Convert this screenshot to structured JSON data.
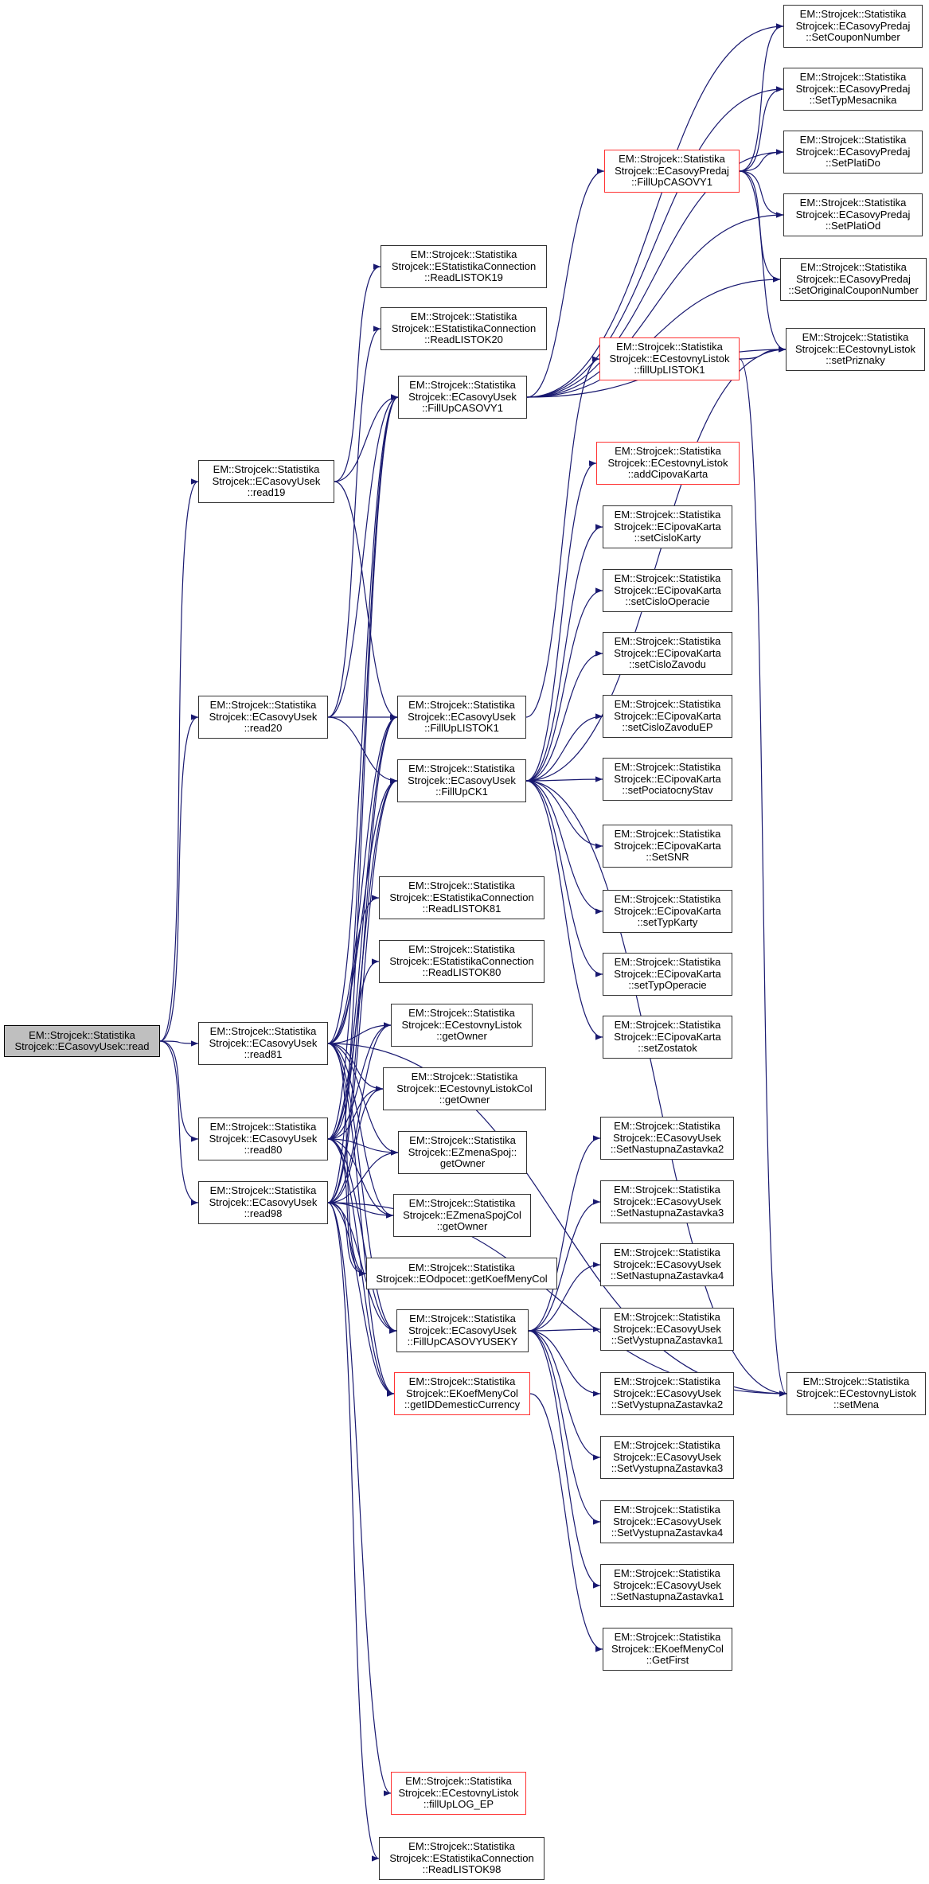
{
  "diagram": {
    "type": "call-graph",
    "edge_color": "#191970",
    "root_fill": "#bfbfbf",
    "highlight_border": "#ff3333",
    "nodes": [
      {
        "id": "read",
        "lines": [
          "EM::Strojcek::Statistika",
          "Strojcek::ECasovyUsek::read"
        ],
        "style": "root"
      },
      {
        "id": "read19",
        "lines": [
          "EM::Strojcek::Statistika",
          "Strojcek::ECasovyUsek",
          "::read19"
        ],
        "style": "normal"
      },
      {
        "id": "read20",
        "lines": [
          "EM::Strojcek::Statistika",
          "Strojcek::ECasovyUsek",
          "::read20"
        ],
        "style": "normal"
      },
      {
        "id": "read81",
        "lines": [
          "EM::Strojcek::Statistika",
          "Strojcek::ECasovyUsek",
          "::read81"
        ],
        "style": "normal"
      },
      {
        "id": "read80",
        "lines": [
          "EM::Strojcek::Statistika",
          "Strojcek::ECasovyUsek",
          "::read80"
        ],
        "style": "normal"
      },
      {
        "id": "read98",
        "lines": [
          "EM::Strojcek::Statistika",
          "Strojcek::ECasovyUsek",
          "::read98"
        ],
        "style": "normal"
      },
      {
        "id": "ReadLISTOK19",
        "lines": [
          "EM::Strojcek::Statistika",
          "Strojcek::EStatistikaConnection",
          "::ReadLISTOK19"
        ],
        "style": "normal"
      },
      {
        "id": "ReadLISTOK20",
        "lines": [
          "EM::Strojcek::Statistika",
          "Strojcek::EStatistikaConnection",
          "::ReadLISTOK20"
        ],
        "style": "normal"
      },
      {
        "id": "FillUpCASOVY1U",
        "lines": [
          "EM::Strojcek::Statistika",
          "Strojcek::ECasovyUsek",
          "::FillUpCASOVY1"
        ],
        "style": "normal"
      },
      {
        "id": "FillUpLISTOK1",
        "lines": [
          "EM::Strojcek::Statistika",
          "Strojcek::ECasovyUsek",
          "::FillUpLISTOK1"
        ],
        "style": "normal"
      },
      {
        "id": "FillUpCK1",
        "lines": [
          "EM::Strojcek::Statistika",
          "Strojcek::ECasovyUsek",
          "::FillUpCK1"
        ],
        "style": "normal"
      },
      {
        "id": "ReadLISTOK81",
        "lines": [
          "EM::Strojcek::Statistika",
          "Strojcek::EStatistikaConnection",
          "::ReadLISTOK81"
        ],
        "style": "normal"
      },
      {
        "id": "ReadLISTOK80",
        "lines": [
          "EM::Strojcek::Statistika",
          "Strojcek::EStatistikaConnection",
          "::ReadLISTOK80"
        ],
        "style": "normal"
      },
      {
        "id": "ECLgetOwner",
        "lines": [
          "EM::Strojcek::Statistika",
          "Strojcek::ECestovnyListok",
          "::getOwner"
        ],
        "style": "normal"
      },
      {
        "id": "ECLColgetOwner",
        "lines": [
          "EM::Strojcek::Statistika",
          "Strojcek::ECestovnyListokCol",
          "::getOwner"
        ],
        "style": "normal"
      },
      {
        "id": "EZSgetOwner",
        "lines": [
          "EM::Strojcek::Statistika",
          "Strojcek::EZmenaSpoj::",
          "getOwner"
        ],
        "style": "normal"
      },
      {
        "id": "EZSColgetOwner",
        "lines": [
          "EM::Strojcek::Statistika",
          "Strojcek::EZmenaSpojCol",
          "::getOwner"
        ],
        "style": "normal"
      },
      {
        "id": "getKoefMenyCol",
        "lines": [
          "EM::Strojcek::Statistika",
          "Strojcek::EOdpocet::getKoefMenyCol"
        ],
        "style": "normal"
      },
      {
        "id": "FillUpCASOVYUSEKY",
        "lines": [
          "EM::Strojcek::Statistika",
          "Strojcek::ECasovyUsek",
          "::FillUpCASOVYUSEKY"
        ],
        "style": "normal"
      },
      {
        "id": "getIDDemesticCurrency",
        "lines": [
          "EM::Strojcek::Statistika",
          "Strojcek::EKoefMenyCol",
          "::getIDDemesticCurrency"
        ],
        "style": "red"
      },
      {
        "id": "fillUpLOG_EP",
        "lines": [
          "EM::Strojcek::Statistika",
          "Strojcek::ECestovnyListok",
          "::fillUpLOG_EP"
        ],
        "style": "red"
      },
      {
        "id": "ReadLISTOK98",
        "lines": [
          "EM::Strojcek::Statistika",
          "Strojcek::EStatistikaConnection",
          "::ReadLISTOK98"
        ],
        "style": "normal"
      },
      {
        "id": "FillUpCASOVY1P",
        "lines": [
          "EM::Strojcek::Statistika",
          "Strojcek::ECasovyPredaj",
          "::FillUpCASOVY1"
        ],
        "style": "red"
      },
      {
        "id": "fillUpLISTOK1",
        "lines": [
          "EM::Strojcek::Statistika",
          "Strojcek::ECestovnyListok",
          "::fillUpLISTOK1"
        ],
        "style": "red"
      },
      {
        "id": "addCipovaKarta",
        "lines": [
          "EM::Strojcek::Statistika",
          "Strojcek::ECestovnyListok",
          "::addCipovaKarta"
        ],
        "style": "red"
      },
      {
        "id": "setCisloKarty",
        "lines": [
          "EM::Strojcek::Statistika",
          "Strojcek::ECipovaKarta",
          "::setCisloKarty"
        ],
        "style": "normal"
      },
      {
        "id": "setCisloOperacie",
        "lines": [
          "EM::Strojcek::Statistika",
          "Strojcek::ECipovaKarta",
          "::setCisloOperacie"
        ],
        "style": "normal"
      },
      {
        "id": "setCisloZavodu",
        "lines": [
          "EM::Strojcek::Statistika",
          "Strojcek::ECipovaKarta",
          "::setCisloZavodu"
        ],
        "style": "normal"
      },
      {
        "id": "setCisloZavoduEP",
        "lines": [
          "EM::Strojcek::Statistika",
          "Strojcek::ECipovaKarta",
          "::setCisloZavoduEP"
        ],
        "style": "normal"
      },
      {
        "id": "setPociatocnyStav",
        "lines": [
          "EM::Strojcek::Statistika",
          "Strojcek::ECipovaKarta",
          "::setPociatocnyStav"
        ],
        "style": "normal"
      },
      {
        "id": "SetSNR",
        "lines": [
          "EM::Strojcek::Statistika",
          "Strojcek::ECipovaKarta",
          "::SetSNR"
        ],
        "style": "normal"
      },
      {
        "id": "setTypKarty",
        "lines": [
          "EM::Strojcek::Statistika",
          "Strojcek::ECipovaKarta",
          "::setTypKarty"
        ],
        "style": "normal"
      },
      {
        "id": "setTypOperacie",
        "lines": [
          "EM::Strojcek::Statistika",
          "Strojcek::ECipovaKarta",
          "::setTypOperacie"
        ],
        "style": "normal"
      },
      {
        "id": "setZostatok",
        "lines": [
          "EM::Strojcek::Statistika",
          "Strojcek::ECipovaKarta",
          "::setZostatok"
        ],
        "style": "normal"
      },
      {
        "id": "SetNastupnaZastavka2",
        "lines": [
          "EM::Strojcek::Statistika",
          "Strojcek::ECasovyUsek",
          "::SetNastupnaZastavka2"
        ],
        "style": "normal"
      },
      {
        "id": "SetNastupnaZastavka3",
        "lines": [
          "EM::Strojcek::Statistika",
          "Strojcek::ECasovyUsek",
          "::SetNastupnaZastavka3"
        ],
        "style": "normal"
      },
      {
        "id": "SetNastupnaZastavka4",
        "lines": [
          "EM::Strojcek::Statistika",
          "Strojcek::ECasovyUsek",
          "::SetNastupnaZastavka4"
        ],
        "style": "normal"
      },
      {
        "id": "SetVystupnaZastavka1",
        "lines": [
          "EM::Strojcek::Statistika",
          "Strojcek::ECasovyUsek",
          "::SetVystupnaZastavka1"
        ],
        "style": "normal"
      },
      {
        "id": "SetVystupnaZastavka2",
        "lines": [
          "EM::Strojcek::Statistika",
          "Strojcek::ECasovyUsek",
          "::SetVystupnaZastavka2"
        ],
        "style": "normal"
      },
      {
        "id": "SetVystupnaZastavka3",
        "lines": [
          "EM::Strojcek::Statistika",
          "Strojcek::ECasovyUsek",
          "::SetVystupnaZastavka3"
        ],
        "style": "normal"
      },
      {
        "id": "SetVystupnaZastavka4",
        "lines": [
          "EM::Strojcek::Statistika",
          "Strojcek::ECasovyUsek",
          "::SetVystupnaZastavka4"
        ],
        "style": "normal"
      },
      {
        "id": "SetNastupnaZastavka1",
        "lines": [
          "EM::Strojcek::Statistika",
          "Strojcek::ECasovyUsek",
          "::SetNastupnaZastavka1"
        ],
        "style": "normal"
      },
      {
        "id": "GetFirst",
        "lines": [
          "EM::Strojcek::Statistika",
          "Strojcek::EKoefMenyCol",
          "::GetFirst"
        ],
        "style": "normal"
      },
      {
        "id": "SetCouponNumber",
        "lines": [
          "EM::Strojcek::Statistika",
          "Strojcek::ECasovyPredaj",
          "::SetCouponNumber"
        ],
        "style": "normal"
      },
      {
        "id": "SetTypMesacnika",
        "lines": [
          "EM::Strojcek::Statistika",
          "Strojcek::ECasovyPredaj",
          "::SetTypMesacnika"
        ],
        "style": "normal"
      },
      {
        "id": "SetPlatiDo",
        "lines": [
          "EM::Strojcek::Statistika",
          "Strojcek::ECasovyPredaj",
          "::SetPlatiDo"
        ],
        "style": "normal"
      },
      {
        "id": "SetPlatiOd",
        "lines": [
          "EM::Strojcek::Statistika",
          "Strojcek::ECasovyPredaj",
          "::SetPlatiOd"
        ],
        "style": "normal"
      },
      {
        "id": "SetOriginalCouponNumber",
        "lines": [
          "EM::Strojcek::Statistika",
          "Strojcek::ECasovyPredaj",
          "::SetOriginalCouponNumber"
        ],
        "style": "normal"
      },
      {
        "id": "setPriznaky",
        "lines": [
          "EM::Strojcek::Statistika",
          "Strojcek::ECestovnyListok",
          "::setPriznaky"
        ],
        "style": "normal"
      },
      {
        "id": "setMena",
        "lines": [
          "EM::Strojcek::Statistika",
          "Strojcek::ECestovnyListok",
          "::setMena"
        ],
        "style": "normal"
      }
    ],
    "edges": [
      [
        "read",
        "read19"
      ],
      [
        "read",
        "read20"
      ],
      [
        "read",
        "read81"
      ],
      [
        "read",
        "read80"
      ],
      [
        "read",
        "read98"
      ],
      [
        "read19",
        "ReadLISTOK19"
      ],
      [
        "read19",
        "FillUpCASOVY1U"
      ],
      [
        "read19",
        "FillUpLISTOK1"
      ],
      [
        "read20",
        "ReadLISTOK20"
      ],
      [
        "read20",
        "FillUpCASOVY1U"
      ],
      [
        "read20",
        "FillUpLISTOK1"
      ],
      [
        "read20",
        "FillUpCK1"
      ],
      [
        "read81",
        "ReadLISTOK81"
      ],
      [
        "read81",
        "FillUpCASOVY1U"
      ],
      [
        "read81",
        "FillUpLISTOK1"
      ],
      [
        "read81",
        "FillUpCK1"
      ],
      [
        "read81",
        "ECLgetOwner"
      ],
      [
        "read81",
        "ECLColgetOwner"
      ],
      [
        "read81",
        "EZSgetOwner"
      ],
      [
        "read81",
        "EZSColgetOwner"
      ],
      [
        "read81",
        "getKoefMenyCol"
      ],
      [
        "read81",
        "FillUpCASOVYUSEKY"
      ],
      [
        "read81",
        "getIDDemesticCurrency"
      ],
      [
        "read81",
        "setMena"
      ],
      [
        "read80",
        "ReadLISTOK80"
      ],
      [
        "read80",
        "FillUpCASOVY1U"
      ],
      [
        "read80",
        "FillUpLISTOK1"
      ],
      [
        "read80",
        "FillUpCK1"
      ],
      [
        "read80",
        "ECLgetOwner"
      ],
      [
        "read80",
        "ECLColgetOwner"
      ],
      [
        "read80",
        "EZSgetOwner"
      ],
      [
        "read80",
        "EZSColgetOwner"
      ],
      [
        "read80",
        "getKoefMenyCol"
      ],
      [
        "read80",
        "FillUpCASOVYUSEKY"
      ],
      [
        "read80",
        "getIDDemesticCurrency"
      ],
      [
        "read98",
        "FillUpCASOVY1U"
      ],
      [
        "read98",
        "FillUpLISTOK1"
      ],
      [
        "read98",
        "FillUpCK1"
      ],
      [
        "read98",
        "ECLgetOwner"
      ],
      [
        "read98",
        "ECLColgetOwner"
      ],
      [
        "read98",
        "EZSgetOwner"
      ],
      [
        "read98",
        "EZSColgetOwner"
      ],
      [
        "read98",
        "getKoefMenyCol"
      ],
      [
        "read98",
        "FillUpCASOVYUSEKY"
      ],
      [
        "read98",
        "getIDDemesticCurrency"
      ],
      [
        "read98",
        "fillUpLOG_EP"
      ],
      [
        "read98",
        "ReadLISTOK98"
      ],
      [
        "read98",
        "setMena"
      ],
      [
        "FillUpCASOVY1U",
        "FillUpCASOVY1P"
      ],
      [
        "FillUpCASOVY1U",
        "SetCouponNumber"
      ],
      [
        "FillUpCASOVY1U",
        "SetTypMesacnika"
      ],
      [
        "FillUpCASOVY1U",
        "SetPlatiDo"
      ],
      [
        "FillUpCASOVY1U",
        "SetPlatiOd"
      ],
      [
        "FillUpCASOVY1U",
        "SetOriginalCouponNumber"
      ],
      [
        "FillUpCASOVY1U",
        "setPriznaky"
      ],
      [
        "FillUpCASOVY1P",
        "SetCouponNumber"
      ],
      [
        "FillUpCASOVY1P",
        "SetTypMesacnika"
      ],
      [
        "FillUpCASOVY1P",
        "SetPlatiDo"
      ],
      [
        "FillUpCASOVY1P",
        "SetPlatiOd"
      ],
      [
        "FillUpCASOVY1P",
        "SetOriginalCouponNumber"
      ],
      [
        "FillUpCASOVY1P",
        "setPriznaky"
      ],
      [
        "FillUpLISTOK1",
        "fillUpLISTOK1"
      ],
      [
        "fillUpLISTOK1",
        "setPriznaky"
      ],
      [
        "fillUpLISTOK1",
        "setMena"
      ],
      [
        "FillUpCK1",
        "setPriznaky"
      ],
      [
        "FillUpCK1",
        "addCipovaKarta"
      ],
      [
        "FillUpCK1",
        "setCisloKarty"
      ],
      [
        "FillUpCK1",
        "setCisloOperacie"
      ],
      [
        "FillUpCK1",
        "setCisloZavodu"
      ],
      [
        "FillUpCK1",
        "setCisloZavoduEP"
      ],
      [
        "FillUpCK1",
        "setPociatocnyStav"
      ],
      [
        "FillUpCK1",
        "SetSNR"
      ],
      [
        "FillUpCK1",
        "setTypKarty"
      ],
      [
        "FillUpCK1",
        "setTypOperacie"
      ],
      [
        "FillUpCK1",
        "setZostatok"
      ],
      [
        "FillUpCK1",
        "setMena"
      ],
      [
        "FillUpCASOVYUSEKY",
        "SetNastupnaZastavka2"
      ],
      [
        "FillUpCASOVYUSEKY",
        "SetNastupnaZastavka3"
      ],
      [
        "FillUpCASOVYUSEKY",
        "SetNastupnaZastavka4"
      ],
      [
        "FillUpCASOVYUSEKY",
        "SetVystupnaZastavka1"
      ],
      [
        "FillUpCASOVYUSEKY",
        "SetVystupnaZastavka2"
      ],
      [
        "FillUpCASOVYUSEKY",
        "SetVystupnaZastavka3"
      ],
      [
        "FillUpCASOVYUSEKY",
        "SetVystupnaZastavka4"
      ],
      [
        "FillUpCASOVYUSEKY",
        "SetNastupnaZastavka1"
      ],
      [
        "getIDDemesticCurrency",
        "GetFirst"
      ]
    ]
  }
}
